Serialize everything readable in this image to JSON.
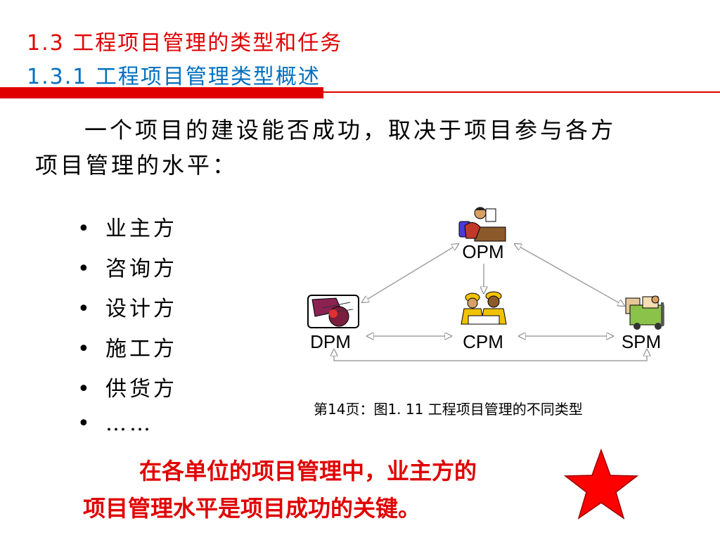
{
  "header": {
    "title_main": "1.3 工程项目管理的类型和任务",
    "title_sub": "1.3.1 工程项目管理类型概述"
  },
  "intro": {
    "line1": "一个项目的建设能否成功，取决于项目参与各方",
    "line2": "项目管理的水平："
  },
  "bullet_symbol": "•",
  "participants": [
    "业主方",
    "咨询方",
    "设计方",
    "施工方",
    "供货方",
    "……"
  ],
  "diagram": {
    "nodes": {
      "opm": "OPM",
      "dpm": "DPM",
      "cpm": "CPM",
      "spm": "SPM"
    },
    "caption": "第14页：图1. 11  工程项目管理的不同类型"
  },
  "conclusion": {
    "line1": "在各单位的项目管理中，业主方的",
    "line2": "项目管理水平是项目成功的关键。"
  },
  "colors": {
    "title_red": "#e00000",
    "title_blue": "#0070c0",
    "star_red": "#ff0000"
  },
  "icons": {
    "opm": "office-worker-icon",
    "dpm": "design-drawing-icon",
    "cpm": "construction-workers-icon",
    "spm": "supplier-forklift-icon",
    "key": "red-star-icon"
  }
}
